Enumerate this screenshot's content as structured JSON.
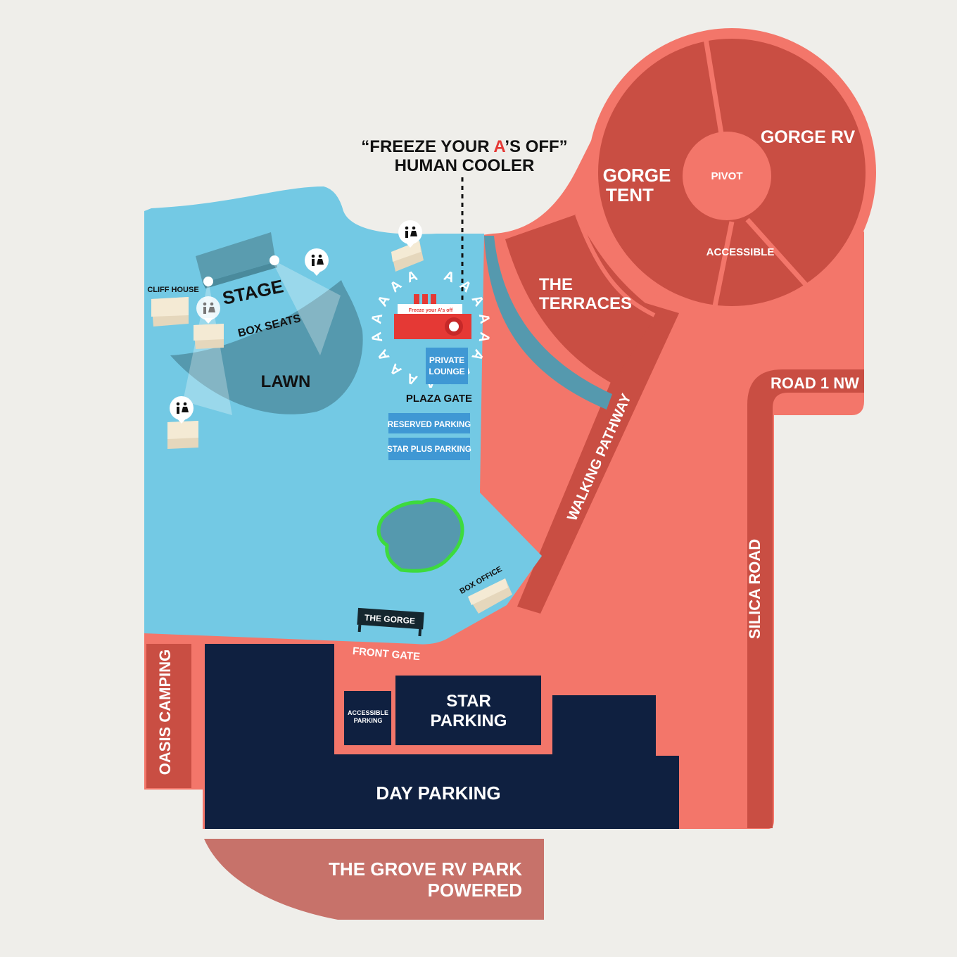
{
  "colors": {
    "background": "#efeeea",
    "venue_blue": "#73c9e4",
    "venue_dark_blue": "#5599ae",
    "salmon": "#f3766a",
    "dark_red": "#c94e43",
    "navy": "#0f2040",
    "grove": "#c7726a",
    "pond_edge": "#3ddb3d",
    "cream": "#f4ead4",
    "accent_red": "#e53935"
  },
  "callout": {
    "line1_prefix": "“FREEZE YOUR ",
    "line1_highlight": "A",
    "line1_suffix": "’S OFF”",
    "line2": "HUMAN COOLER"
  },
  "labels": {
    "stage": "STAGE",
    "box_seats": "BOX SEATS",
    "lawn": "LAWN",
    "cliff_house": "CLIFF HOUSE",
    "private_lounge_1": "PRIVATE",
    "private_lounge_2": "LOUNGE",
    "plaza_gate": "PLAZA GATE",
    "reserved_parking": "RESERVED PARKING",
    "star_plus_parking": "STAR PLUS PARKING",
    "box_office": "BOX OFFICE",
    "the_gorge_sign": "THE GORGE",
    "front_gate": "FRONT GATE",
    "oasis_camping": "OASIS CAMPING",
    "accessible_parking_1": "ACCESSIBLE",
    "accessible_parking_2": "PARKING",
    "star_parking_1": "STAR",
    "star_parking_2": "PARKING",
    "day_parking": "DAY PARKING",
    "grove_1": "THE GROVE RV PARK",
    "grove_2": "POWERED",
    "the_terraces_1": "THE",
    "the_terraces_2": "TERRACES",
    "walking_pathway": "WALKING PATHWAY",
    "gorge_tent_1": "GORGE",
    "gorge_tent_2": "TENT",
    "gorge_rv": "GORGE RV",
    "pivot": "PIVOT",
    "accessible": "ACCESSIBLE",
    "road_1_nw": "ROAD 1 NW",
    "silica_road": "SILICA ROAD",
    "cooler_banner": "Freeze your A's off"
  },
  "icons": {
    "restroom": "restroom-icon",
    "spotlight": "spotlight-icon",
    "cooler_ring_letter": "A"
  }
}
